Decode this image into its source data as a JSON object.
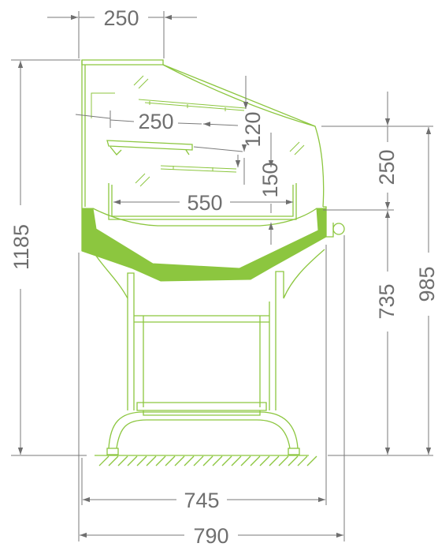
{
  "diagram": {
    "colors": {
      "outline": "#8cc63f",
      "dimension": "#7a7a7a",
      "text": "#6f6f6f"
    },
    "dimensions": {
      "top_width": "250",
      "shelf_depth_upper": "250",
      "shelf_gap_upper": "120",
      "shelf_gap_lower": "150",
      "deck_depth": "550",
      "glass_height": "250",
      "total_height": "1185",
      "deck_height": "735",
      "front_height": "985",
      "base_width": "745",
      "total_width": "790"
    }
  }
}
